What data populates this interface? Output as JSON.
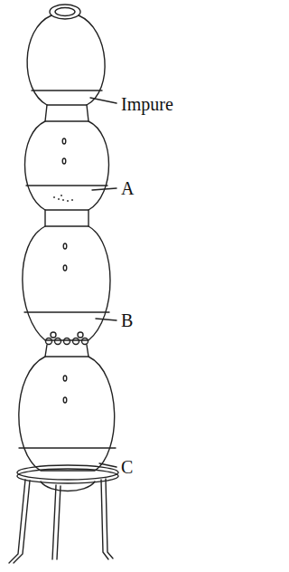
{
  "diagram": {
    "labels": [
      "Impure",
      "A",
      "B",
      "C"
    ]
  }
}
